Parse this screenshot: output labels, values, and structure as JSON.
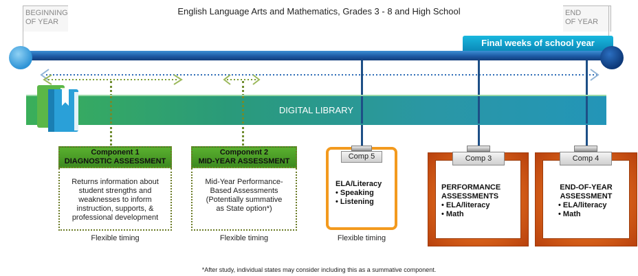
{
  "header": {
    "title": "English Language Arts and Mathematics, Grades 3 - 8 and High School",
    "beginning_line1": "BEGINNING",
    "beginning_line2": "OF YEAR",
    "end_line1": "END",
    "end_line2": "OF YEAR"
  },
  "timeline": {
    "final_weeks": "Final weeks of school year"
  },
  "library": {
    "label": "DIGITAL LIBRARY"
  },
  "component1": {
    "head1": "Component 1",
    "head2": "DIAGNOSTIC ASSESSMENT",
    "body": [
      "Returns information about",
      "student strengths and",
      "weaknesses to inform",
      "instruction, supports, &",
      "professional development"
    ],
    "timing": "Flexible timing"
  },
  "component2": {
    "head1": "Component 2",
    "head2": "MID-YEAR ASSESSMENT",
    "body": [
      "Mid-Year Performance-",
      "Based Assessments",
      "(Potentially summative",
      "as State option*)"
    ],
    "timing": "Flexible timing"
  },
  "component5": {
    "tag": "Comp 5",
    "title": "ELA/Literacy",
    "items": [
      "• Speaking",
      "• Listening"
    ],
    "timing": "Flexible timing"
  },
  "component3": {
    "tag": "Comp 3",
    "title1": "PERFORMANCE",
    "title2": "ASSESSMENTS",
    "items": [
      "• ELA/literacy",
      "• Math"
    ]
  },
  "component4": {
    "tag": "Comp 4",
    "title1": "END-OF-YEAR",
    "title2": "ASSESSMENT",
    "items": [
      "• ELA/literacy",
      "• Math"
    ]
  },
  "footnote": "*After study, individual states may consider including this as a summative component.",
  "colors": {
    "timeline_dark": "#1d5aa5",
    "final_box": "#0b8ab9",
    "library_green": "#3aaf5a",
    "library_blue": "#2395b8",
    "component_green": "#4a9e25",
    "orange": "#f39a1e",
    "frame_orange": "#d8621a"
  }
}
